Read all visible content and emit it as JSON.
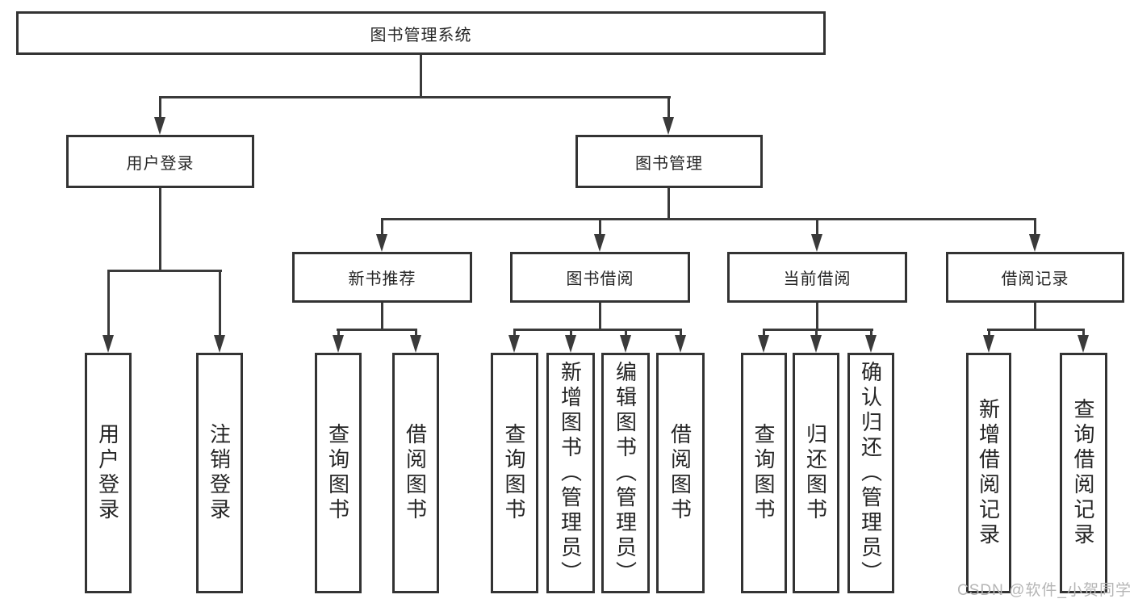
{
  "diagram": {
    "title": "图书管理系统",
    "level2": {
      "user_login": "用户登录",
      "book_mgmt": "图书管理"
    },
    "level3": {
      "new_books": "新书推荐",
      "book_borrow": "图书借阅",
      "current_borrow": "当前借阅",
      "borrow_records": "借阅记录"
    },
    "leaves": {
      "user": [
        "用户登录",
        "注销登录"
      ],
      "new_books": [
        "查询图书",
        "借阅图书"
      ],
      "book_borrow": [
        "查询图书",
        "新增图书（管理员）",
        "编辑图书（管理员）",
        "借阅图书"
      ],
      "current_borrow": [
        "查询图书",
        "归还图书",
        "确认归还（管理员）"
      ],
      "borrow_records": [
        "新增借阅记录",
        "查询借阅记录"
      ]
    }
  },
  "watermark": "CSDN @软件_小贺同学",
  "colors": {
    "line": "#3a3a3a",
    "box_border": "#333333",
    "text": "#262626",
    "watermark": "#b5b5b5",
    "background": "#ffffff"
  }
}
